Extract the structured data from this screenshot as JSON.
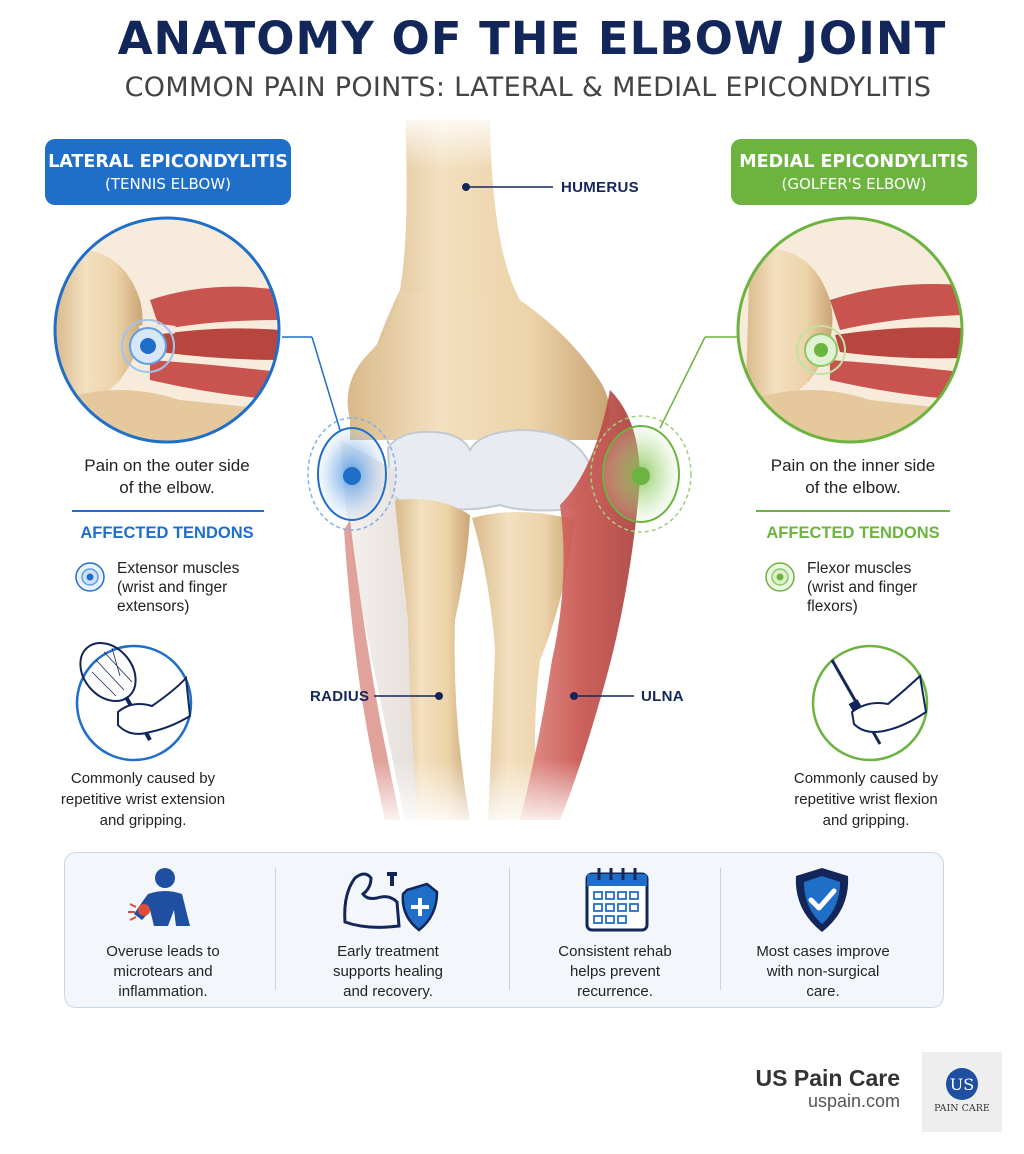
{
  "header": {
    "title": "ANATOMY OF THE ELBOW JOINT",
    "subtitle": "COMMON PAIN POINTS: LATERAL & MEDIAL EPICONDYLITIS"
  },
  "colors": {
    "lateral": "#1f6fc9",
    "medial": "#6cb33f",
    "navy": "#13265a",
    "muscle": "#c9544f",
    "bone": "#e8cfa5"
  },
  "lateral": {
    "title": "LATERAL EPICONDYLITIS",
    "subtitle": "(TENNIS ELBOW)",
    "pain": [
      "Pain on the outer side",
      "of the elbow."
    ],
    "tendons_title": "AFFECTED TENDONS",
    "tendons": [
      "Extensor muscles",
      "(wrist and finger",
      "extensors)"
    ],
    "cause": [
      "Commonly caused by",
      "repetitive wrist extension",
      "and gripping."
    ]
  },
  "medial": {
    "title": "MEDIAL EPICONDYLITIS",
    "subtitle": "(GOLFER'S ELBOW)",
    "pain": [
      "Pain on the inner side",
      "of the elbow."
    ],
    "tendons_title": "AFFECTED TENDONS",
    "tendons": [
      "Flexor muscles",
      "(wrist and finger",
      "flexors)"
    ],
    "cause": [
      "Commonly caused by",
      "repetitive wrist flexion",
      "and gripping."
    ]
  },
  "bones": {
    "humerus": "HUMERUS",
    "radius": "RADIUS",
    "ulna": "ULNA"
  },
  "facts": [
    {
      "icon": "overuse-person-icon",
      "text": [
        "Overuse leads to",
        "microtears and",
        "inflammation."
      ]
    },
    {
      "icon": "arm-shield-icon",
      "text": [
        "Early treatment",
        "supports healing",
        "and recovery."
      ]
    },
    {
      "icon": "calendar-icon",
      "text": [
        "Consistent rehab",
        "helps prevent",
        "recurrence."
      ]
    },
    {
      "icon": "shield-check-icon",
      "text": [
        "Most cases improve",
        "with non-surgical",
        "care."
      ]
    }
  ],
  "brand": {
    "name": "US Pain Care",
    "url": "uspain.com",
    "logo_text": "US",
    "logo_caption": "PAIN CARE"
  }
}
